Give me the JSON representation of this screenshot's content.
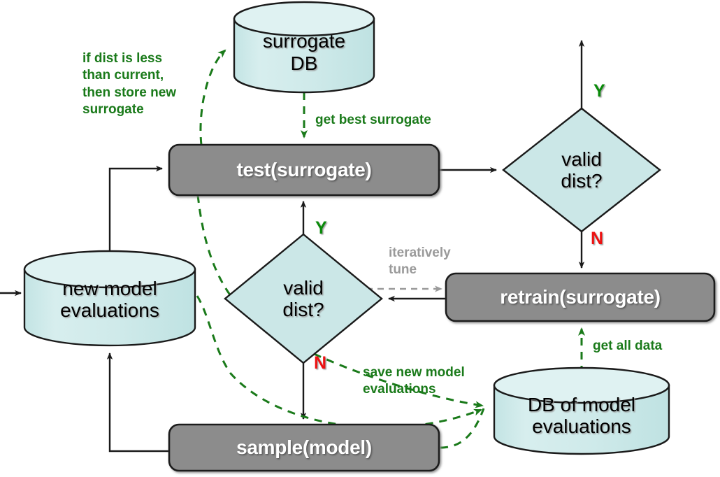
{
  "diagram": {
    "title": "surrogate-model optimization loop flowchart",
    "colors": {
      "process_fill": "#8c8c8c",
      "process_stroke": "#1a1a1a",
      "process_text": "#ffffff",
      "db_fill": "#cbe7e7",
      "db_top_fill": "#dcf0f0",
      "db_stroke": "#1a1a1a",
      "decision_fill": "#cbe7e7",
      "decision_stroke": "#1a1a1a",
      "arrow_black": "#1a1a1a",
      "arrow_green": "#1a7a1a",
      "arrow_gray": "#9a9a9a",
      "label_green": "#1a7a1a",
      "label_gray": "#9a9a9a",
      "yes_green": "#0a8a0a",
      "no_red": "#ee1111",
      "background": "#ffffff"
    },
    "nodes": [
      {
        "id": "surrogate-db",
        "type": "database",
        "label": "surrogate\nDB"
      },
      {
        "id": "test-surrogate",
        "type": "process",
        "label": "test(surrogate)"
      },
      {
        "id": "valid-dist-right",
        "type": "decision",
        "label": "valid\ndist?"
      },
      {
        "id": "valid-dist-middle",
        "type": "decision",
        "label": "valid\ndist?"
      },
      {
        "id": "new-model-evals",
        "type": "database",
        "label": "new model\nevaluations"
      },
      {
        "id": "retrain-surrogate",
        "type": "process",
        "label": "retrain(surrogate)"
      },
      {
        "id": "sample-model",
        "type": "process",
        "label": "sample(model)"
      },
      {
        "id": "db-of-model-evals",
        "type": "database",
        "label": "DB of model\nevaluations"
      }
    ],
    "annotations": [
      {
        "id": "store-new-surrogate",
        "text": "if dist is less\nthan current,\nthen store new\nsurrogate",
        "color": "green"
      },
      {
        "id": "get-best-surrogate",
        "text": "get best surrogate",
        "color": "green"
      },
      {
        "id": "iteratively-tune",
        "text": "iteratively\ntune",
        "color": "gray"
      },
      {
        "id": "save-new-model-evaluations",
        "text": "save new model\nevaluations",
        "color": "green"
      },
      {
        "id": "get-all-data",
        "text": "get all data",
        "color": "green"
      }
    ],
    "branch_labels": [
      {
        "id": "yes-right",
        "text": "Y",
        "color": "green"
      },
      {
        "id": "no-right",
        "text": "N",
        "color": "red"
      },
      {
        "id": "yes-middle",
        "text": "Y",
        "color": "green"
      },
      {
        "id": "no-middle",
        "text": "N",
        "color": "red"
      }
    ]
  }
}
